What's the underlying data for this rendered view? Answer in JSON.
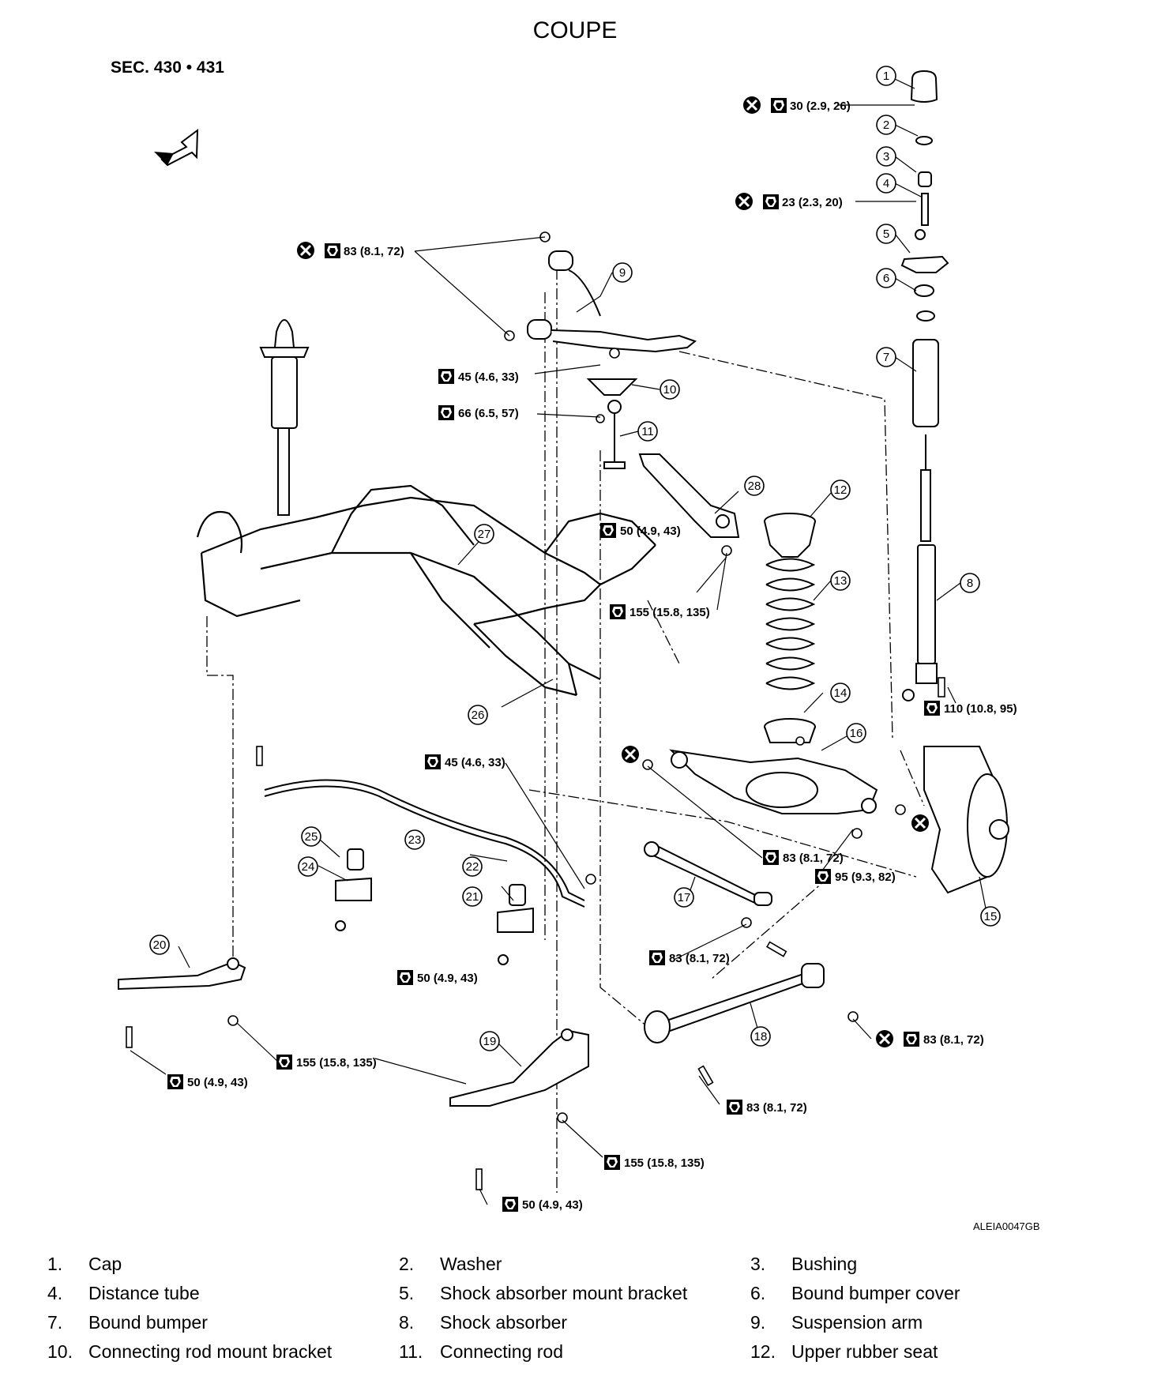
{
  "title": "COUPE",
  "section_ref": "SEC. 430 • 431",
  "diagram_code": "ALEIA0047GB",
  "callouts": [
    "1",
    "2",
    "3",
    "4",
    "5",
    "6",
    "7",
    "8",
    "9",
    "10",
    "11",
    "12",
    "13",
    "14",
    "15",
    "16",
    "17",
    "18",
    "19",
    "20",
    "21",
    "22",
    "23",
    "24",
    "25",
    "26",
    "27",
    "28"
  ],
  "torque_specs": [
    {
      "value": "30 (2.9, 26)",
      "replace": true
    },
    {
      "value": "23 (2.3, 20)",
      "replace": true
    },
    {
      "value": "83 (8.1, 72)",
      "replace": true
    },
    {
      "value": "45 (4.6, 33)",
      "replace": false
    },
    {
      "value": "66 (6.5, 57)",
      "replace": false
    },
    {
      "value": "50 (4.9, 43)",
      "replace": false
    },
    {
      "value": "155 (15.8, 135)",
      "replace": false
    },
    {
      "value": "110 (10.8, 95)",
      "replace": false
    },
    {
      "value": "45 (4.6, 33)",
      "replace": false
    },
    {
      "value": "83 (8.1, 72)",
      "replace": false
    },
    {
      "value": "95 (9.3, 82)",
      "replace": false
    },
    {
      "value": "83 (8.1, 72)",
      "replace": false
    },
    {
      "value": "50 (4.9, 43)",
      "replace": false
    },
    {
      "value": "83 (8.1, 72)",
      "replace": true
    },
    {
      "value": "155 (15.8, 135)",
      "replace": false
    },
    {
      "value": "50 (4.9, 43)",
      "replace": false
    },
    {
      "value": "83 (8.1, 72)",
      "replace": false
    },
    {
      "value": "155 (15.8, 135)",
      "replace": false
    },
    {
      "value": "50 (4.9, 43)",
      "replace": false
    }
  ],
  "legend": [
    [
      {
        "num": "1.",
        "name": "Cap"
      },
      {
        "num": "2.",
        "name": "Washer"
      },
      {
        "num": "3.",
        "name": "Bushing"
      }
    ],
    [
      {
        "num": "4.",
        "name": "Distance tube"
      },
      {
        "num": "5.",
        "name": "Shock absorber mount bracket"
      },
      {
        "num": "6.",
        "name": "Bound bumper cover"
      }
    ],
    [
      {
        "num": "7.",
        "name": "Bound bumper"
      },
      {
        "num": "8.",
        "name": "Shock absorber"
      },
      {
        "num": "9.",
        "name": "Suspension arm"
      }
    ],
    [
      {
        "num": "10.",
        "name": "Connecting rod mount bracket"
      },
      {
        "num": "11.",
        "name": "Connecting rod"
      },
      {
        "num": "12.",
        "name": "Upper rubber seat"
      }
    ]
  ]
}
